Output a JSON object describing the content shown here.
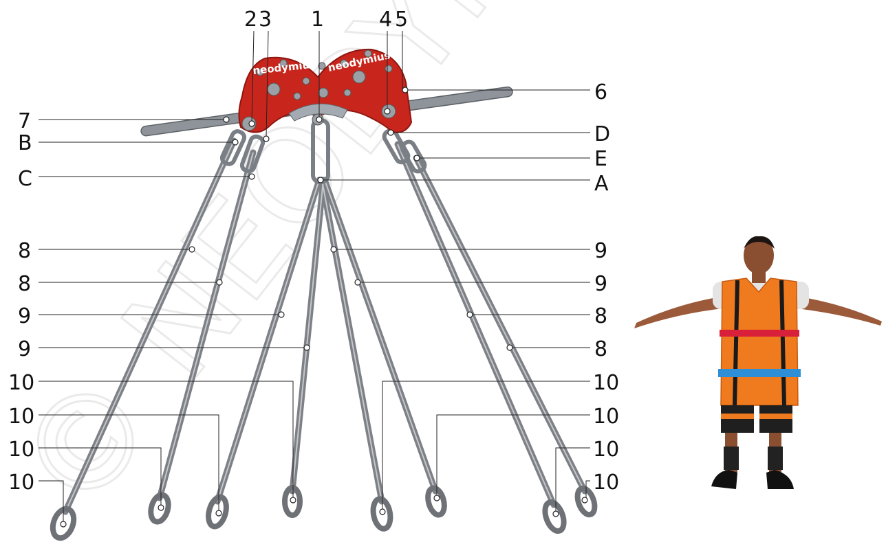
{
  "watermark": "© NEODYMIUS",
  "brand": "neodymius",
  "labels": {
    "c1": "1",
    "c2": "2",
    "c3": "3",
    "c4": "4",
    "c5": "5",
    "c6": "6",
    "c7": "7",
    "cA": "A",
    "cB": "B",
    "cC": "C",
    "cD": "D",
    "cE": "E",
    "l8a": "8",
    "l8b": "8",
    "l9a": "9",
    "l9b": "9",
    "r9a": "9",
    "r9b": "9",
    "r8a": "8",
    "r8b": "8",
    "l10a": "10",
    "l10b": "10",
    "l10c": "10",
    "l10d": "10",
    "r10a": "10",
    "r10b": "10",
    "r10c": "10",
    "r10d": "10"
  },
  "colors": {
    "plate": "#c8261c",
    "vest": "#f07a1e",
    "chest_strap": "#d8203a",
    "waist_strap": "#2f8fd6"
  }
}
